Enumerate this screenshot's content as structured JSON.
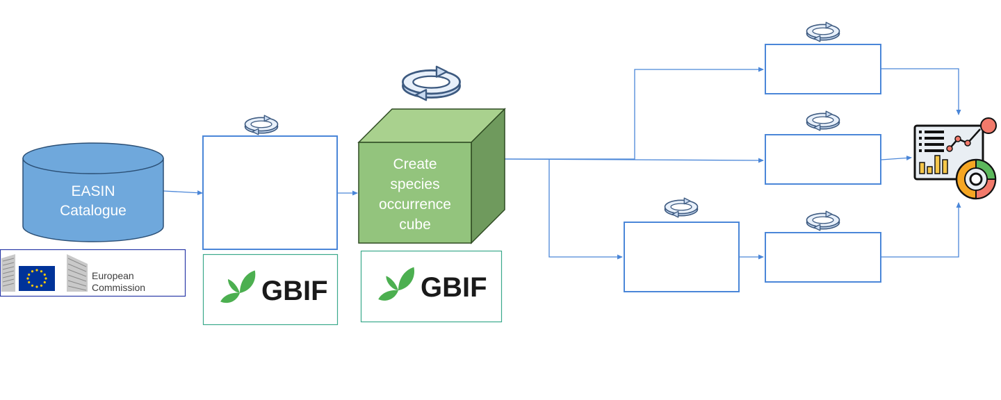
{
  "easin": {
    "line1": "EASIN",
    "line2": "Catalogue",
    "color": "#6fa8dc"
  },
  "cube": {
    "lines": [
      "Create",
      "species",
      "occurrence",
      "cube"
    ],
    "front_color": "#93c47d",
    "top_color": "#a9d18e",
    "side_color": "#6f9a5d"
  },
  "logos": {
    "gbif_1": "GBIF",
    "gbif_2": "GBIF",
    "ec_line1": "European",
    "ec_line2": "Commission"
  },
  "icons": {
    "refresh": "refresh-cycle-icon",
    "dashboard": "analytics-dashboard-icon"
  },
  "colors": {
    "connector": "#4a86d8",
    "gbif_green": "#4caf50",
    "eu_blue": "#003399",
    "eu_stars": "#ffcc00"
  }
}
